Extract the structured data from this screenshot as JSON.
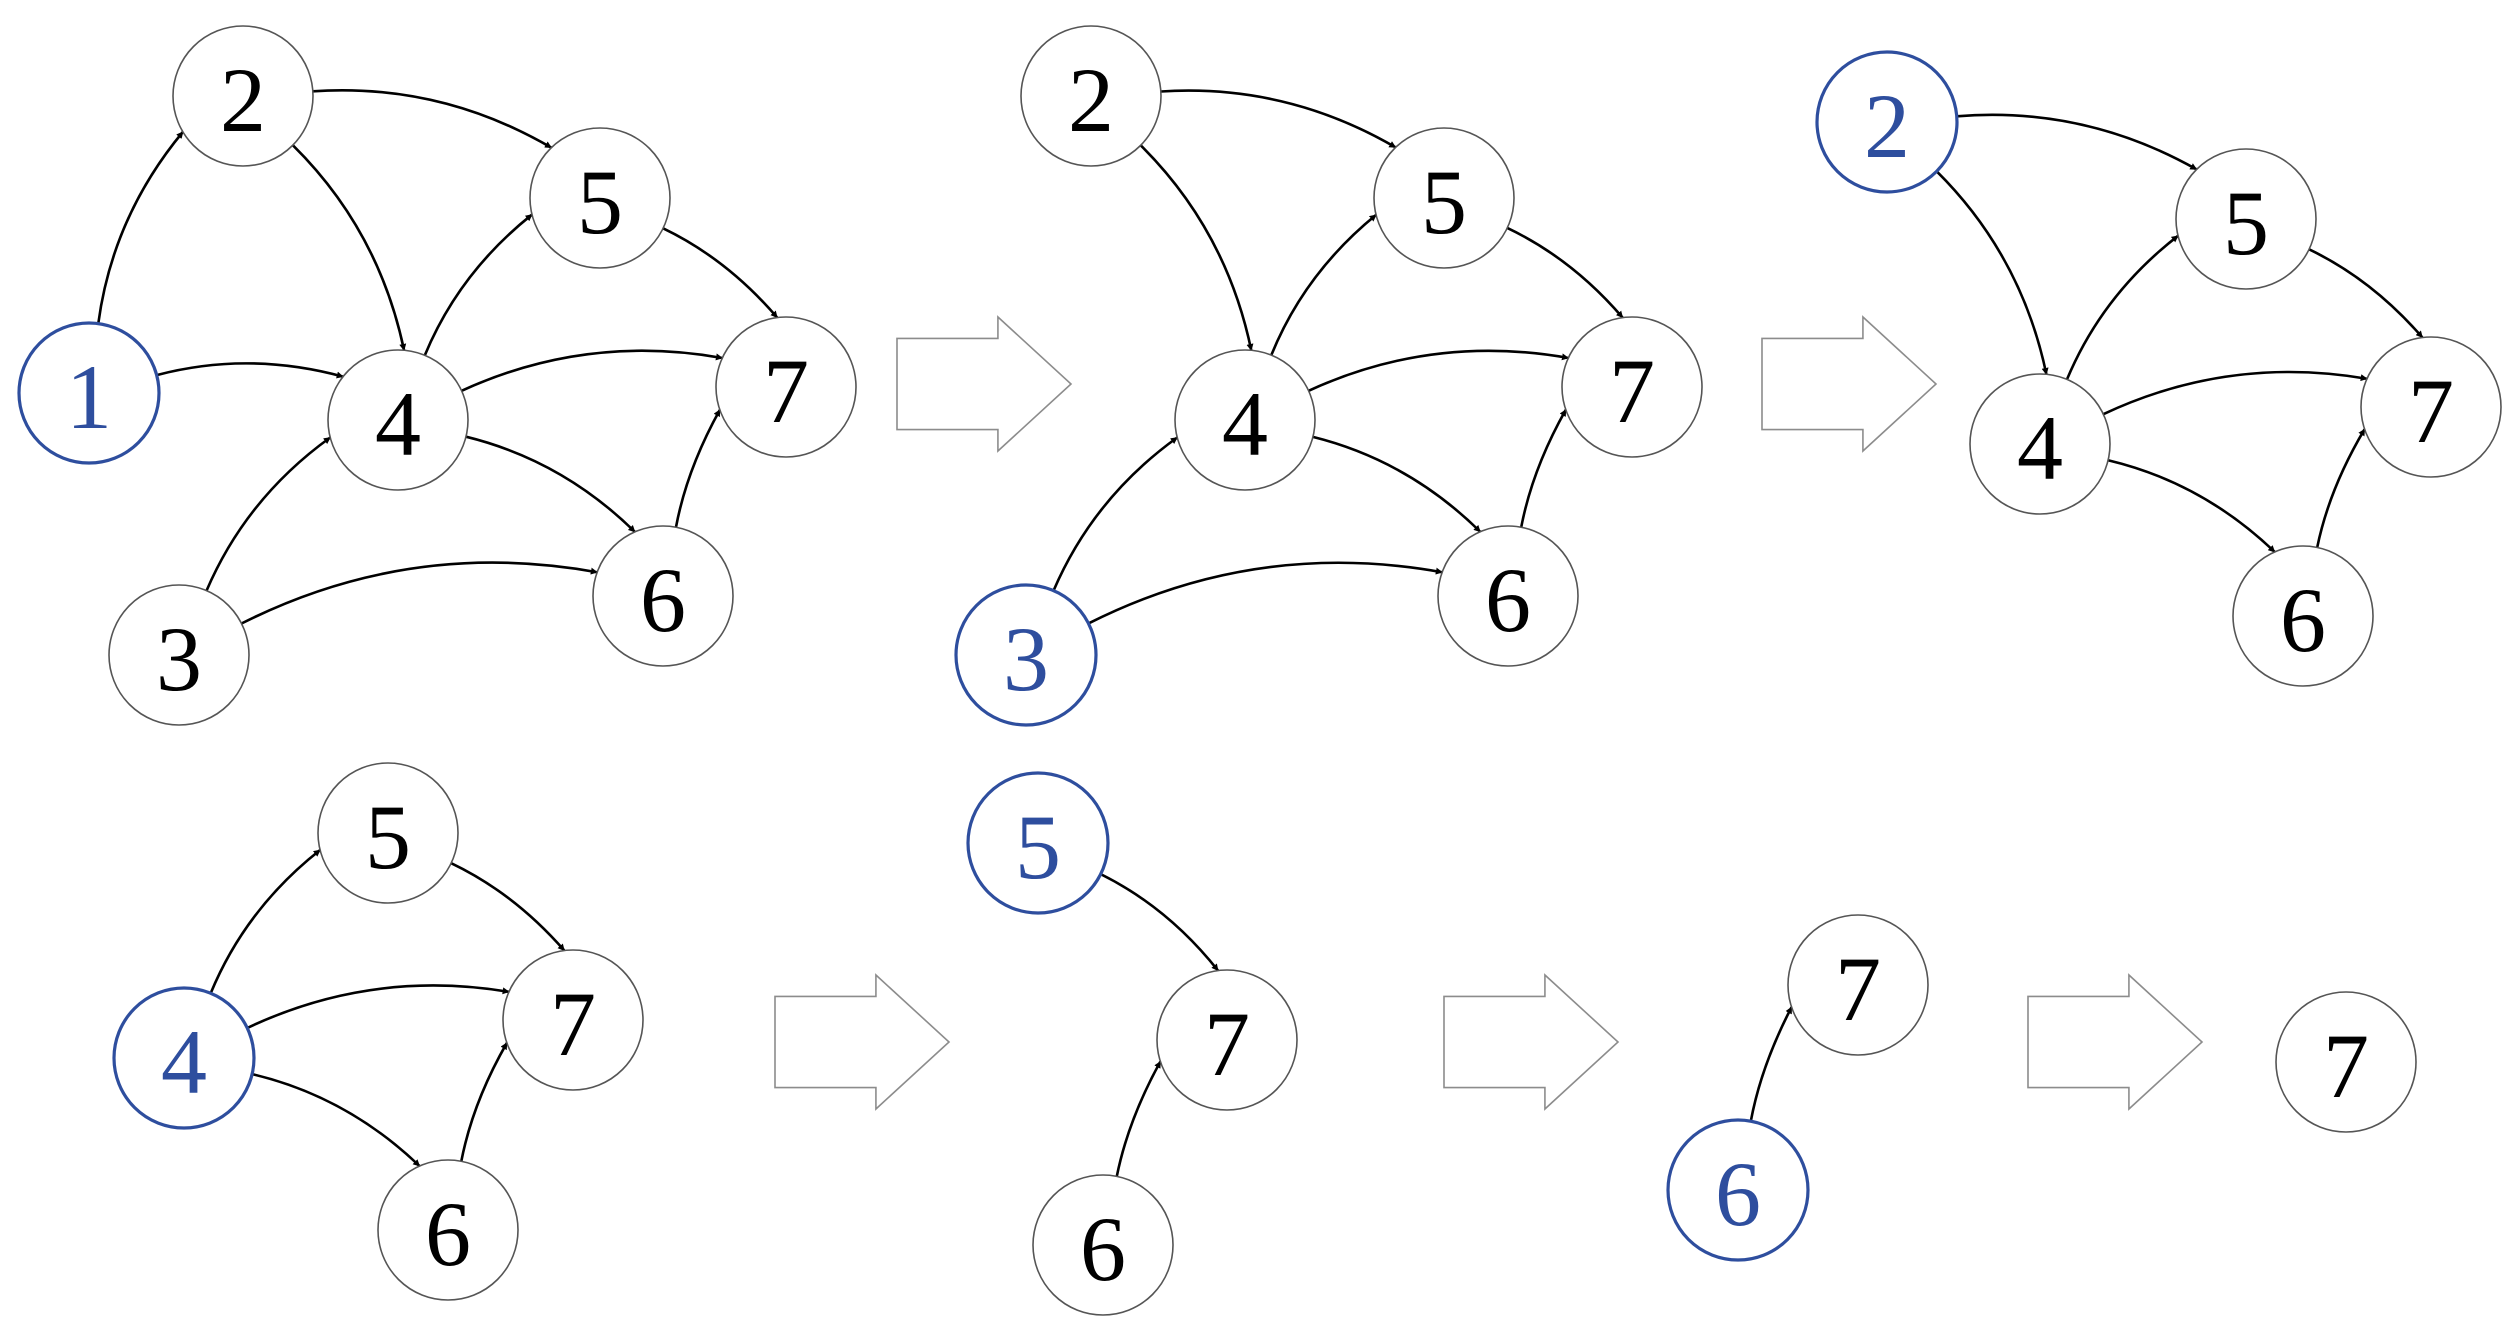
{
  "colors": {
    "highlight": "#2E4E9E",
    "node_text": "#000000",
    "node_border": "#555555",
    "edge": "#000000",
    "step_arrow_border": "#8c8c8c"
  },
  "panels": [
    {
      "id": "panel-1",
      "highlight": "1",
      "nodes": [
        "1",
        "2",
        "3",
        "4",
        "5",
        "6",
        "7"
      ],
      "edges": [
        [
          "1",
          "2"
        ],
        [
          "1",
          "4"
        ],
        [
          "2",
          "4"
        ],
        [
          "2",
          "5"
        ],
        [
          "3",
          "4"
        ],
        [
          "3",
          "6"
        ],
        [
          "4",
          "5"
        ],
        [
          "4",
          "7"
        ],
        [
          "4",
          "6"
        ],
        [
          "5",
          "7"
        ],
        [
          "6",
          "7"
        ]
      ]
    },
    {
      "id": "panel-2",
      "highlight": "3",
      "nodes": [
        "2",
        "3",
        "4",
        "5",
        "6",
        "7"
      ],
      "edges": [
        [
          "2",
          "4"
        ],
        [
          "2",
          "5"
        ],
        [
          "3",
          "4"
        ],
        [
          "3",
          "6"
        ],
        [
          "4",
          "5"
        ],
        [
          "4",
          "7"
        ],
        [
          "4",
          "6"
        ],
        [
          "5",
          "7"
        ],
        [
          "6",
          "7"
        ]
      ]
    },
    {
      "id": "panel-3",
      "highlight": "2",
      "nodes": [
        "2",
        "4",
        "5",
        "6",
        "7"
      ],
      "edges": [
        [
          "2",
          "4"
        ],
        [
          "2",
          "5"
        ],
        [
          "4",
          "5"
        ],
        [
          "4",
          "7"
        ],
        [
          "4",
          "6"
        ],
        [
          "5",
          "7"
        ],
        [
          "6",
          "7"
        ]
      ]
    },
    {
      "id": "panel-4",
      "highlight": "4",
      "nodes": [
        "4",
        "5",
        "6",
        "7"
      ],
      "edges": [
        [
          "4",
          "5"
        ],
        [
          "4",
          "7"
        ],
        [
          "4",
          "6"
        ],
        [
          "5",
          "7"
        ],
        [
          "6",
          "7"
        ]
      ]
    },
    {
      "id": "panel-5",
      "highlight": "5",
      "nodes": [
        "5",
        "6",
        "7"
      ],
      "edges": [
        [
          "5",
          "7"
        ],
        [
          "6",
          "7"
        ]
      ]
    },
    {
      "id": "panel-6",
      "highlight": "6",
      "nodes": [
        "6",
        "7"
      ],
      "edges": [
        [
          "6",
          "7"
        ]
      ]
    },
    {
      "id": "panel-7",
      "highlight": "",
      "nodes": [
        "7"
      ],
      "edges": []
    }
  ]
}
